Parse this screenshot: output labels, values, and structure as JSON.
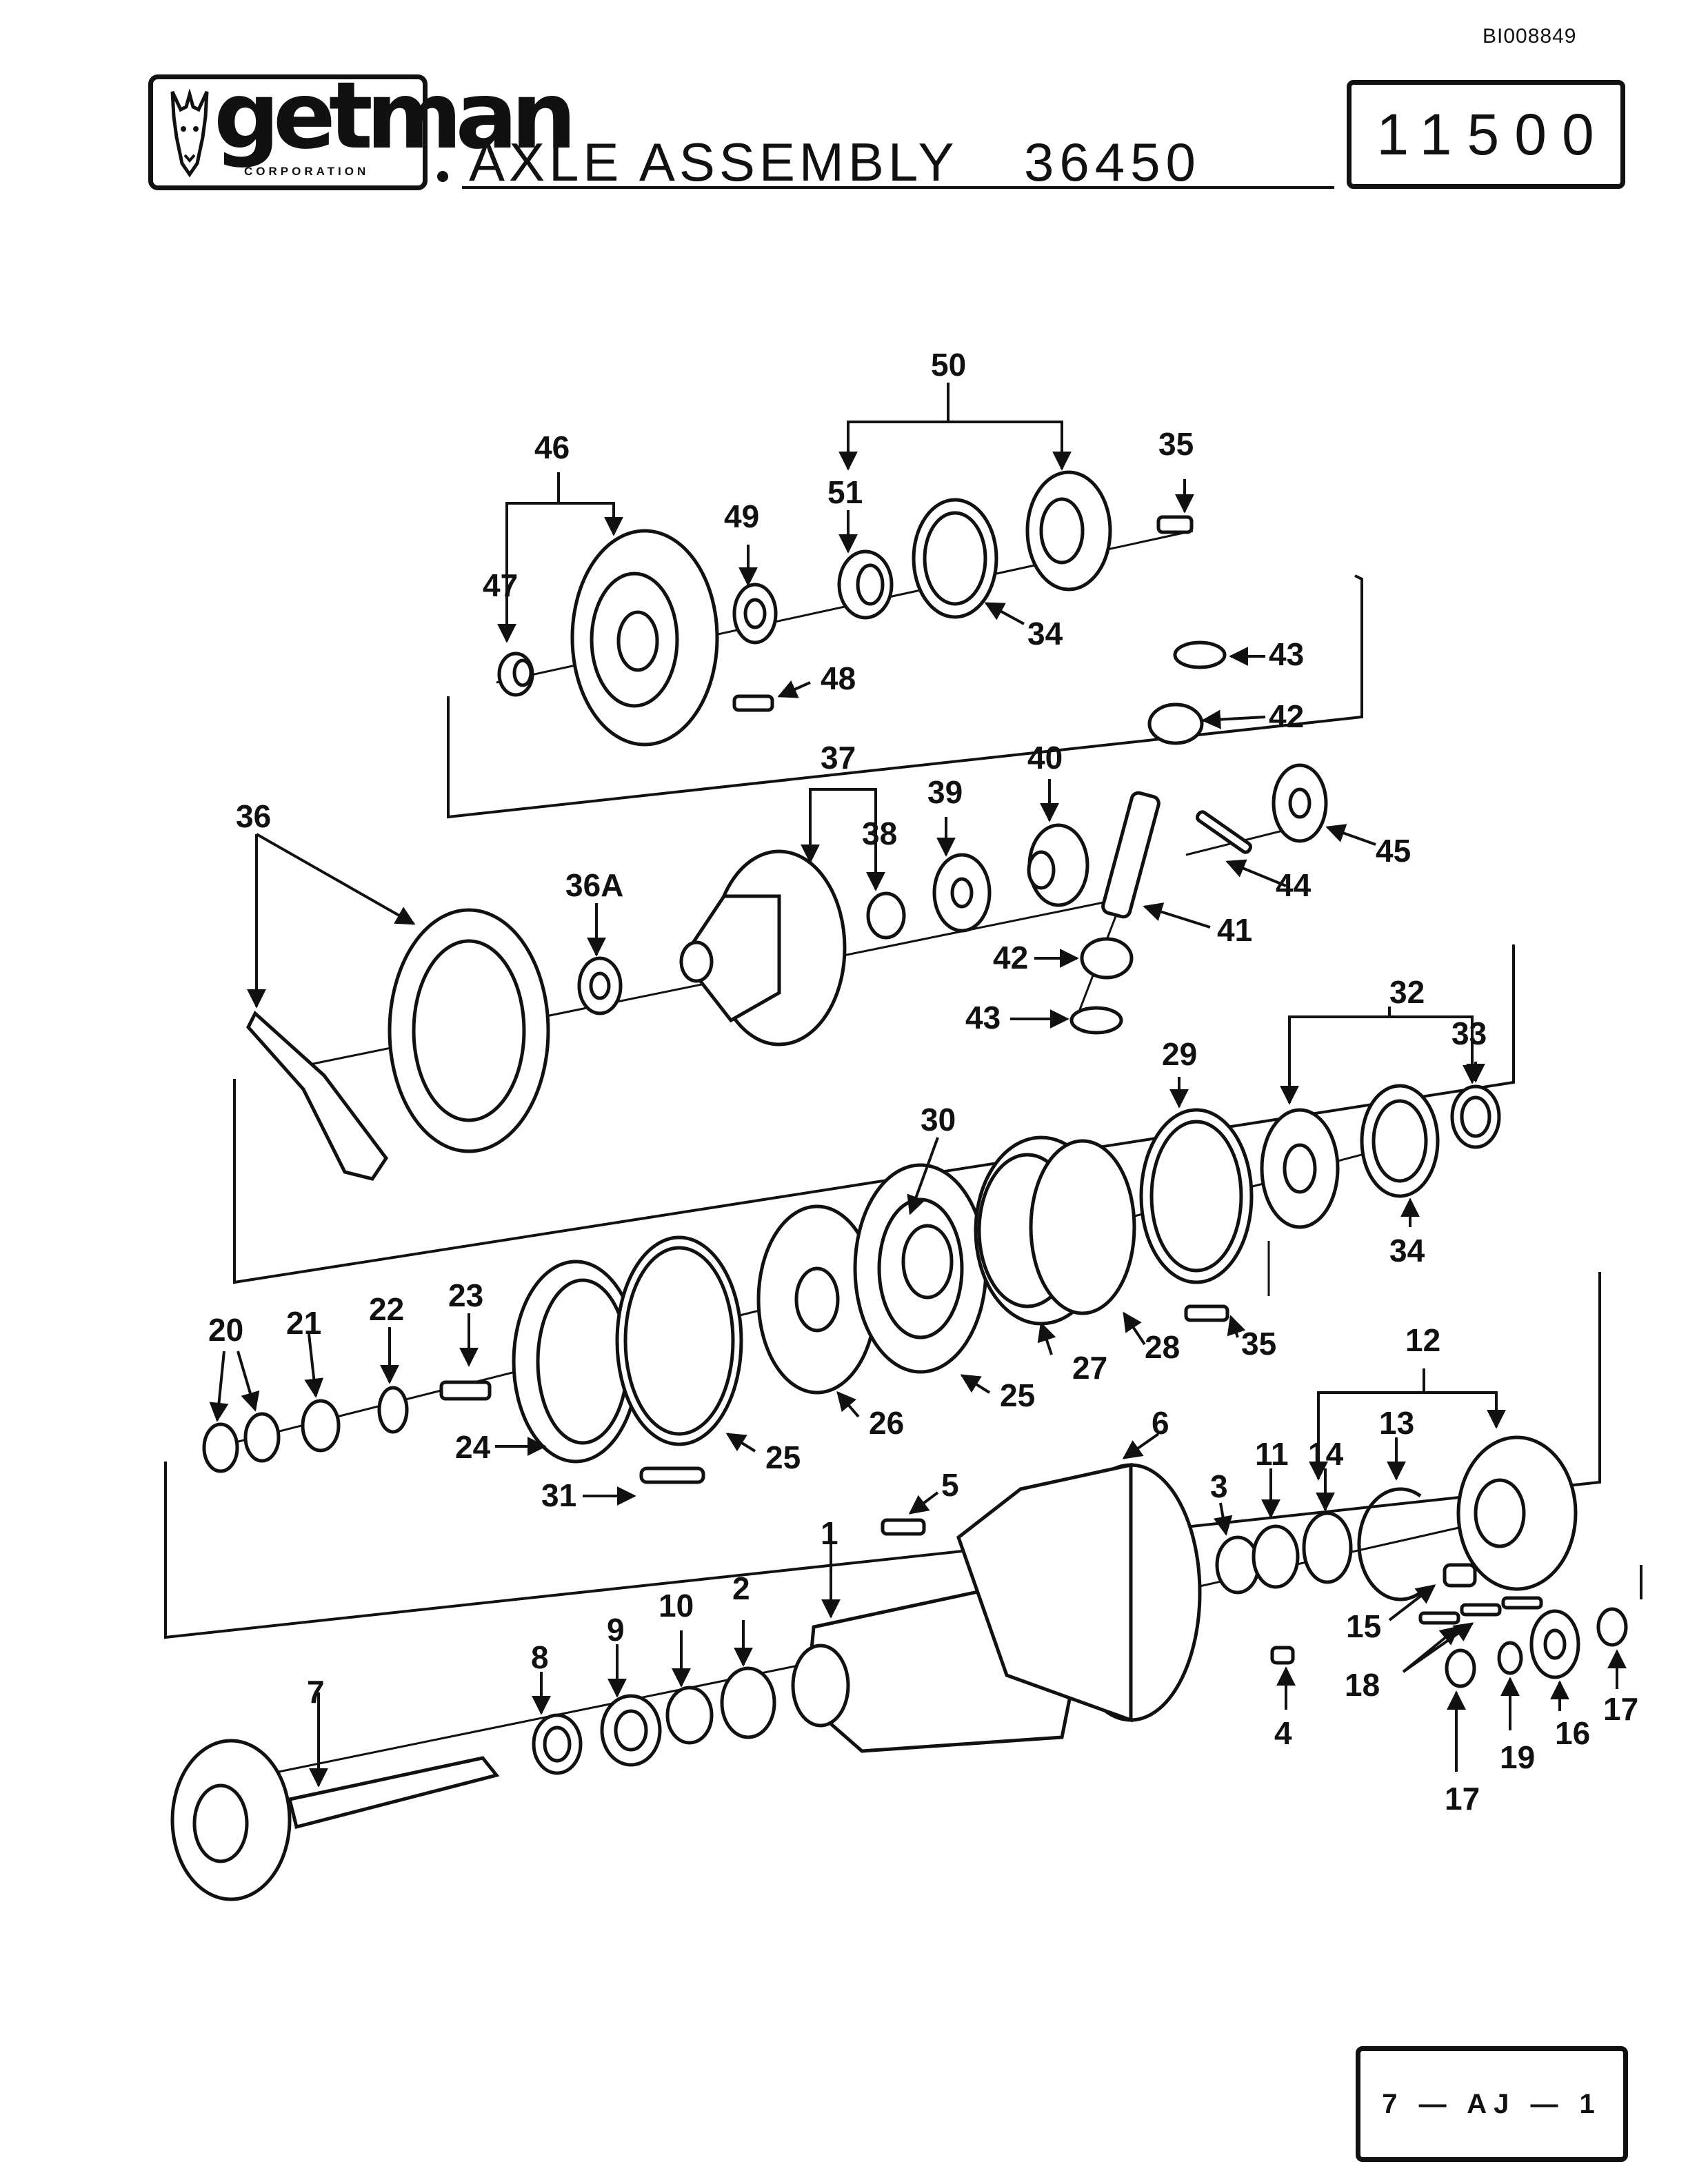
{
  "document_id": "BI008849",
  "brand": {
    "name": "getman",
    "subtitle": "CORPORATION",
    "logo_icon": "mule-head-icon"
  },
  "title": {
    "text": "AXLE ASSEMBLY",
    "number": "36450"
  },
  "page_number": "11500",
  "footer_code": "7 — AJ — 1",
  "callouts": [
    "1",
    "2",
    "3",
    "4",
    "5",
    "6",
    "7",
    "8",
    "9",
    "10",
    "11",
    "12",
    "13",
    "14",
    "15",
    "16",
    "17",
    "18",
    "19",
    "20",
    "21",
    "22",
    "23",
    "24",
    "25",
    "26",
    "27",
    "28",
    "29",
    "30",
    "31",
    "32",
    "33",
    "34",
    "35",
    "36",
    "36A",
    "37",
    "38",
    "39",
    "40",
    "41",
    "42",
    "43",
    "44",
    "45",
    "46",
    "47",
    "48",
    "49",
    "50",
    "51"
  ]
}
